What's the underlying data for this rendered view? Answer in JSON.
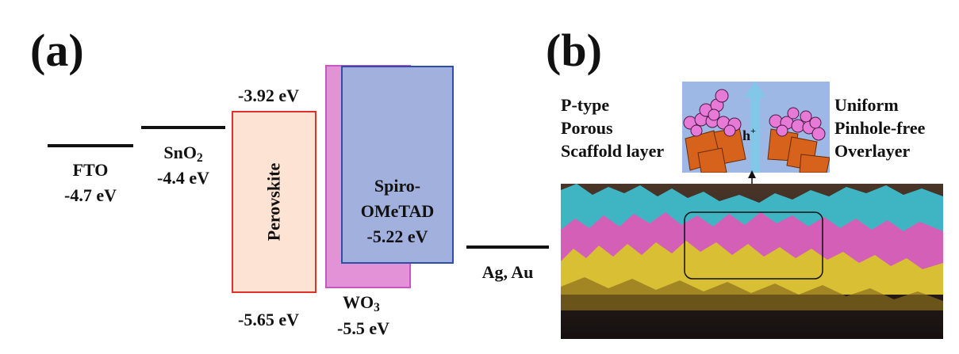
{
  "panel_a": {
    "label": "(a)",
    "fto": {
      "name": "FTO",
      "energy": "-4.7 eV"
    },
    "sno2": {
      "name_main": "SnO",
      "name_sub": "2",
      "energy": "-4.4 eV"
    },
    "perovskite": {
      "name": "Perovskite",
      "top_energy": "-3.92 eV",
      "bottom_energy": "-5.65 eV"
    },
    "wo3": {
      "name_main": "WO",
      "name_sub": "3",
      "energy": "-5.5 eV"
    },
    "spiro": {
      "line1": "Spiro-",
      "line2": "OMeTAD",
      "energy": "-5.22 eV"
    },
    "electrode": {
      "name": "Ag, Au"
    },
    "colors": {
      "perovskite_fill": "#fce3d4",
      "perovskite_border": "#e0302a",
      "wo3_fill": "#e392d8",
      "wo3_border": "#c857bf",
      "spiro_fill": "#a2b0dd",
      "spiro_border": "#2e4fa8"
    }
  },
  "panel_b": {
    "label": "(b)",
    "left_text": [
      "P-type",
      "Porous",
      "Scaffold layer"
    ],
    "right_text": [
      "Uniform",
      "Pinhole-free",
      "Overlayer"
    ],
    "carrier": {
      "main": "h",
      "sup": "+"
    },
    "colors": {
      "inset_bg": "#9eb8e6",
      "sphere": "#e77ad6",
      "crystal": "#d7621c",
      "cyan_layer": "#3fb5c4",
      "magenta_layer": "#d45fb7",
      "yellow_layer": "#d9bf34",
      "dark_base": "#2a2222"
    }
  }
}
